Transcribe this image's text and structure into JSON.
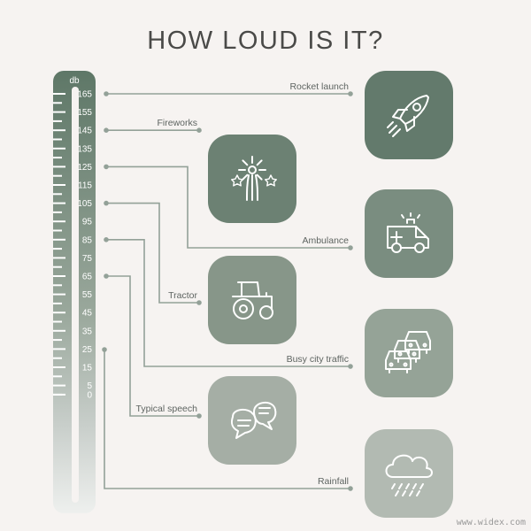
{
  "title": "HOW LOUD IS IT?",
  "scale": {
    "unit_label": "db",
    "ticks": [
      "165",
      "155",
      "145",
      "135",
      "125",
      "115",
      "105",
      "95",
      "85",
      "75",
      "65",
      "55",
      "45",
      "35",
      "25",
      "15",
      "5",
      "0"
    ]
  },
  "items": [
    {
      "label": "Rocket launch",
      "icon": "rocket-icon",
      "db": 165,
      "color": "#637a6c"
    },
    {
      "label": "Fireworks",
      "icon": "fireworks-icon",
      "db": 145,
      "color": "#6c8173"
    },
    {
      "label": "Ambulance",
      "icon": "ambulance-icon",
      "db": 125,
      "color": "#7a8d80"
    },
    {
      "label": "Tractor",
      "icon": "tractor-icon",
      "db": 105,
      "color": "#879689"
    },
    {
      "label": "Busy city traffic",
      "icon": "traffic-icon",
      "db": 85,
      "color": "#95a397"
    },
    {
      "label": "Typical speech",
      "icon": "speech-bubbles-icon",
      "db": 65,
      "color": "#a5aea5"
    },
    {
      "label": "Rainfall",
      "icon": "rain-cloud-icon",
      "db": 40,
      "color": "#b2bab2"
    }
  ],
  "watermark": "www.widex.com"
}
